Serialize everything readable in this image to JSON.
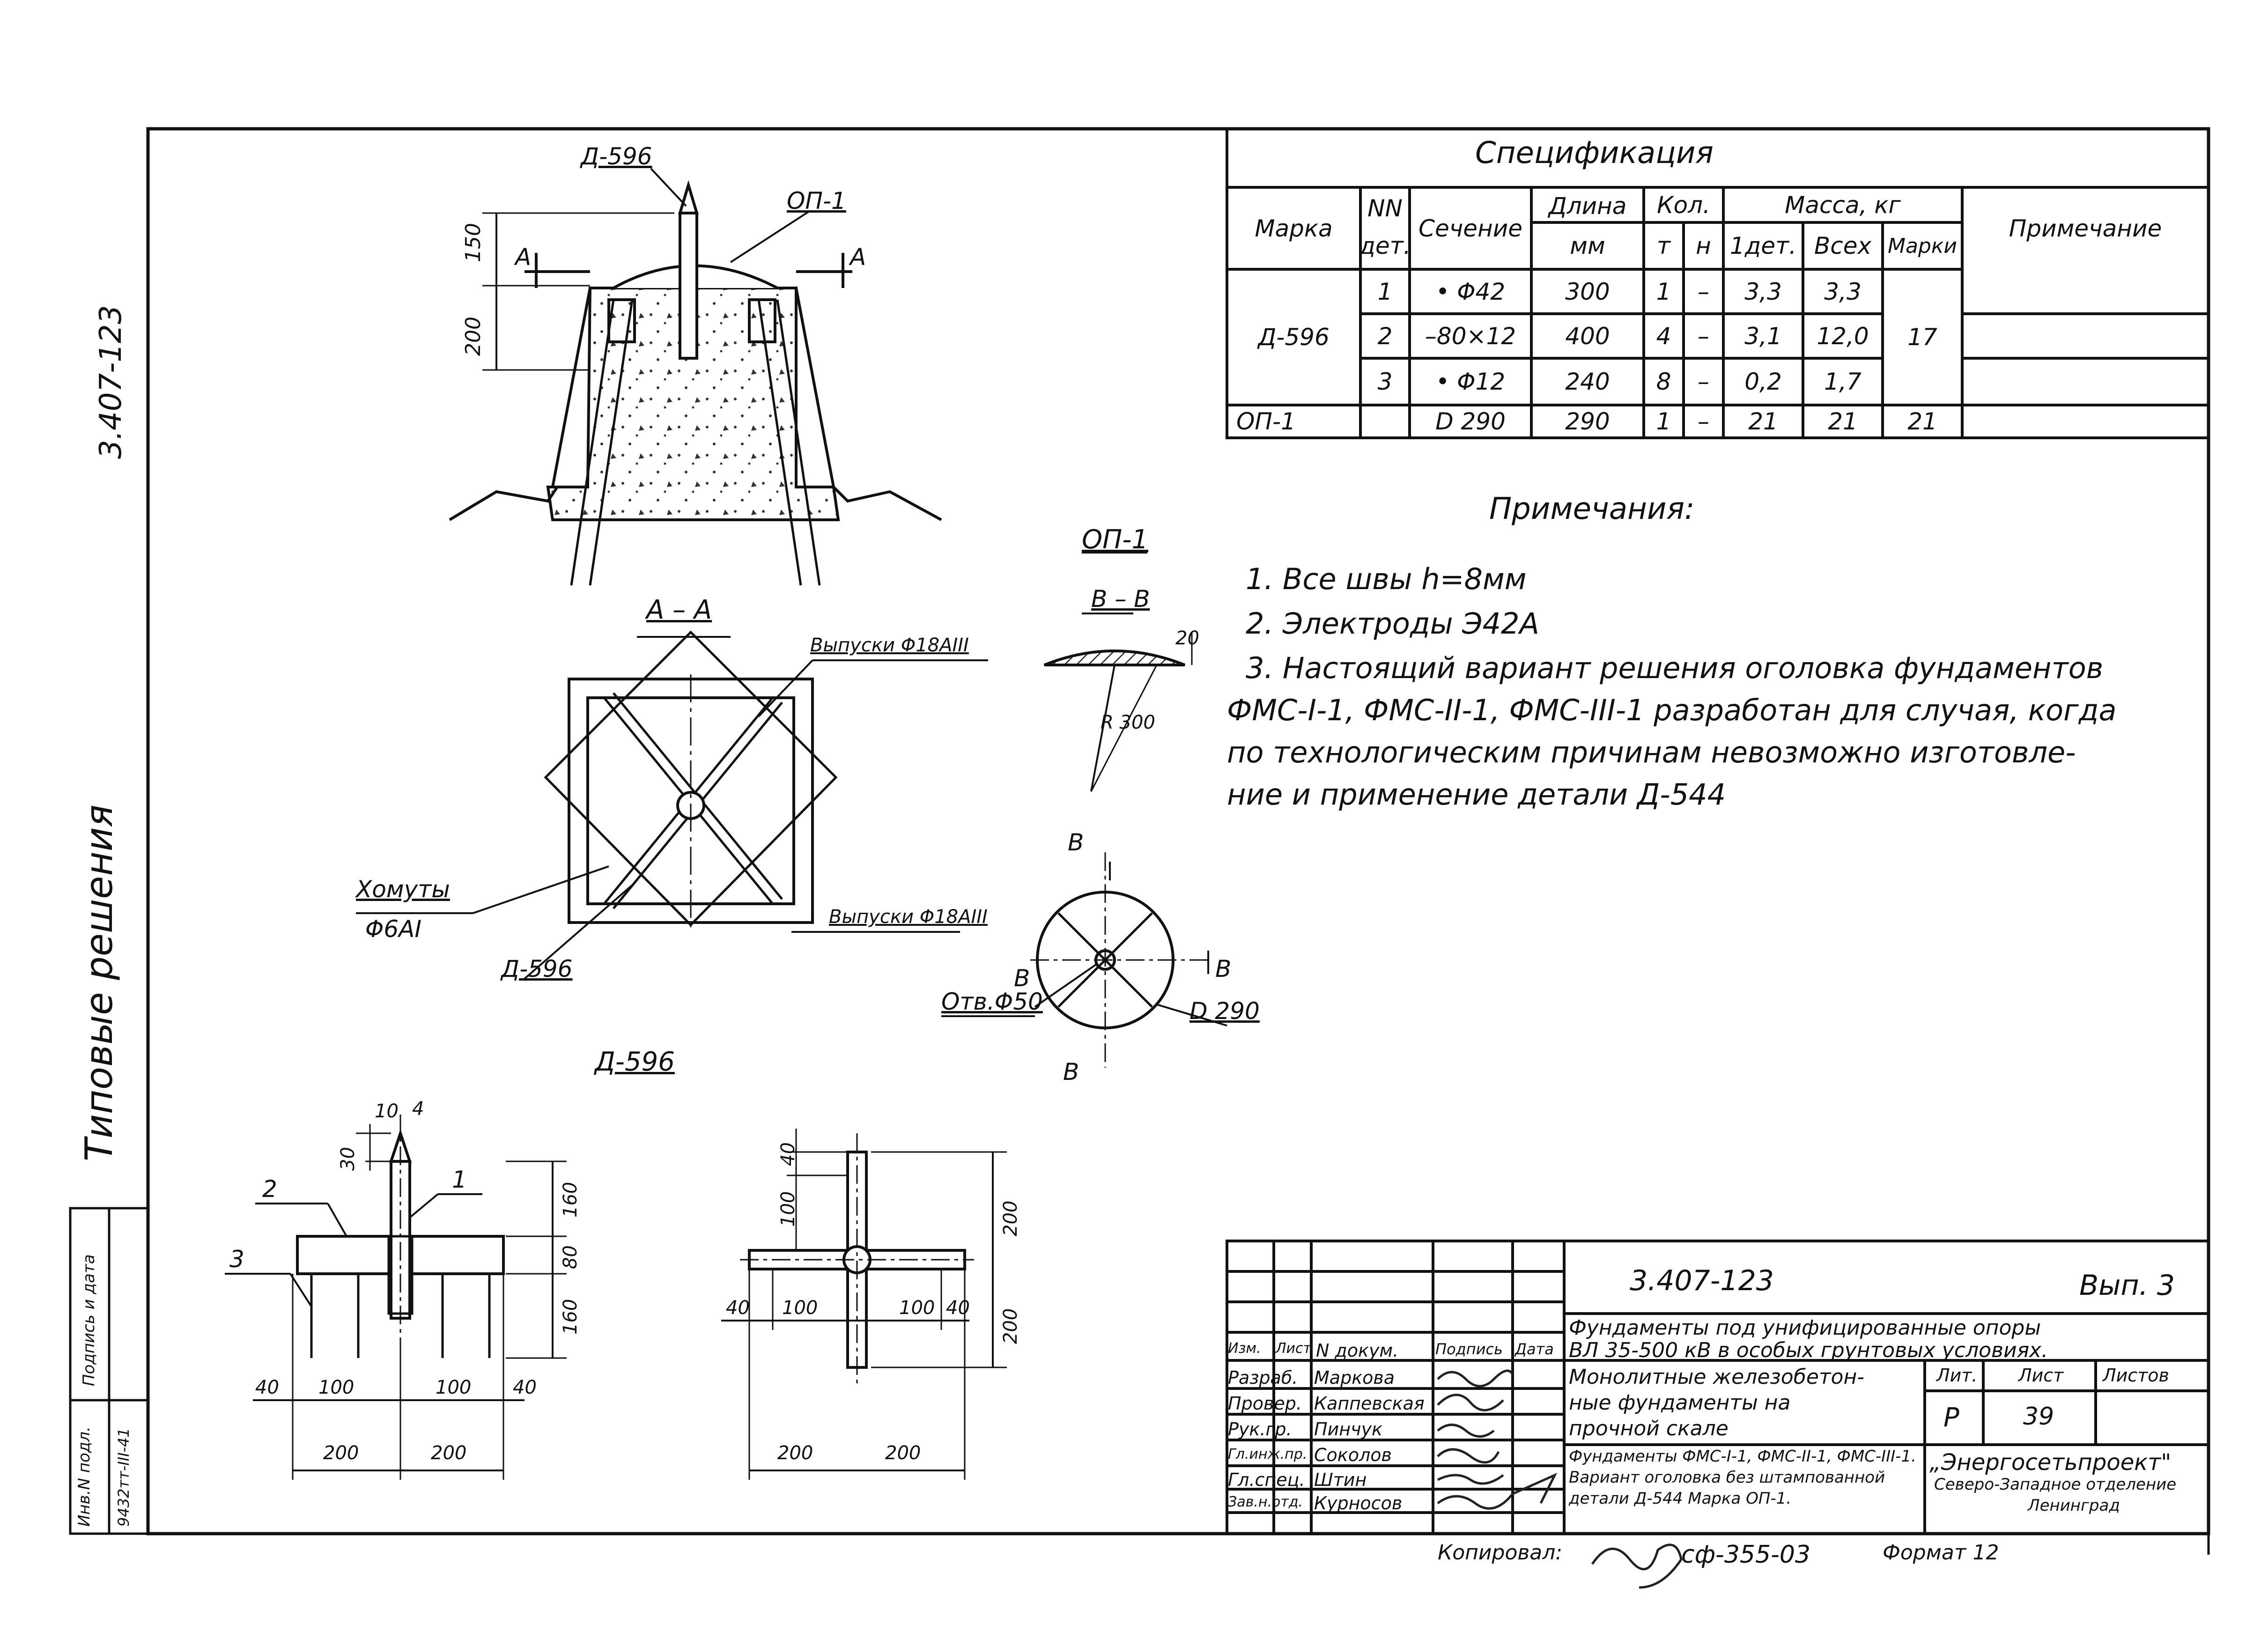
{
  "side": {
    "doc_code": "3.407-123",
    "series_title": "Типовые решения",
    "strip_headers": [
      "Инв.N подл.",
      "Подпись и дата"
    ],
    "strip_value": "9432тт-III-41"
  },
  "spec": {
    "title": "Спецификация",
    "headers": {
      "mark": "Марка",
      "num_a": "NN",
      "num_b": "дет.",
      "section": "Сечение",
      "length_a": "Длина",
      "length_b": "мм",
      "qty": "Кол.",
      "qty_t": "т",
      "qty_n": "н",
      "mass": "Масса, кг",
      "mass_1": "1дет.",
      "mass_all": "Всех",
      "mass_mark": "Марки",
      "note": "Примечание"
    },
    "rows": [
      {
        "num": "1",
        "section": "• Φ42",
        "length": "300",
        "t": "1",
        "n": "–",
        "m1": "3,3",
        "mall": "3,3"
      },
      {
        "num": "2",
        "section": "–80×12",
        "length": "400",
        "t": "4",
        "n": "–",
        "m1": "3,1",
        "mall": "12,0"
      },
      {
        "num": "3",
        "section": "• Φ12",
        "length": "240",
        "t": "8",
        "n": "–",
        "m1": "0,2",
        "mall": "1,7"
      }
    ],
    "group_mark": "Д-596",
    "group_mass": "17",
    "op_row": {
      "mark": "ОП-1",
      "section": "D 290",
      "length": "290",
      "t": "1",
      "n": "–",
      "m1": "21",
      "mall": "21",
      "mmark": "21"
    }
  },
  "notes": {
    "title": "Примечания:",
    "lines": [
      "1. Все швы h=8мм",
      "2. Электроды Э42А",
      "3. Настоящий вариант решения оголовка фундаментов",
      "ФМС-I-1, ФМС-II-1, ФМС-III-1 разработан для случая, когда",
      "по технологическим причинам невозможно изготовле-",
      "ние и применение детали Д-544"
    ]
  },
  "drawing": {
    "top_part": "Д-596",
    "top_cap": "ОП-1",
    "cut_mark": "А",
    "dim_150": "150",
    "dim_200": "200",
    "section_aa": "А – А",
    "outlets_1": "Выпуски Φ18АIII",
    "outlets_2": "Выпуски Φ18АIII",
    "clamps_1": "Хомуты",
    "clamps_2": "Φ6АI",
    "section_part": "Д-596",
    "op1_title": "ОП-1",
    "bb_title": "В – В",
    "dim_20": "20",
    "r_label": "R 300",
    "circle_hole": "Отв.Φ50",
    "circle_d": "D 290",
    "b_mark": "В",
    "d596_title": "Д-596",
    "left_dims": {
      "d10": "10",
      "d4": "4",
      "d30": "30",
      "d160a": "160",
      "d80": "80",
      "d160b": "160",
      "d40a": "40",
      "d100a": "100",
      "d100b": "100",
      "d40b": "40",
      "d200a": "200",
      "d200b": "200",
      "p1": "1",
      "p2": "2",
      "p3": "3"
    },
    "right_dims": {
      "d40": "40",
      "d100v": "100",
      "d200v1": "200",
      "d200v2": "200",
      "d40h1": "40",
      "d100h1": "100",
      "d100h2": "100",
      "d40h2": "40",
      "d200h1": "200",
      "d200h2": "200"
    }
  },
  "title_block": {
    "code": "3.407-123",
    "issue": "Вып. 3",
    "subject_1": "Фундаменты под унифицированные опоры",
    "subject_2": "ВЛ 35-500 кВ в особых грунтовых условиях.",
    "col_heads": [
      "Изм.",
      "Лист",
      "N докум.",
      "Подпись",
      "Дата"
    ],
    "people": [
      {
        "role": "Разраб.",
        "name": "Маркова"
      },
      {
        "role": "Провер.",
        "name": "Каппевская"
      },
      {
        "role": "Рук.гр.",
        "name": "Пинчук"
      },
      {
        "role": "Гл.инж.пр.",
        "name": "Соколов"
      },
      {
        "role": "Гл.спец.",
        "name": "Штин"
      },
      {
        "role": "Зав.н.отд.",
        "name": "Курносов"
      }
    ],
    "desc_1": "Монолитные железобетон-",
    "desc_2": "ные фундаменты на",
    "desc_3": "прочной скале",
    "desc_4": "Фундаменты ФМС-I-1, ФМС-II-1, ФМС-III-1.",
    "desc_5": "Вариант оголовка без штампованной",
    "desc_6": "детали Д-544 Марка ОП-1.",
    "lit_head": "Лит.",
    "sheet_head": "Лист",
    "sheets_head": "Листов",
    "lit": "Р",
    "sheet": "39",
    "org_1": "„Энергосетьпроект\"",
    "org_2": "Северо-Западное отделение",
    "org_3": "Ленинград",
    "copied": "Копировал:",
    "order": "сф-355-03",
    "format": "Формат 12"
  }
}
